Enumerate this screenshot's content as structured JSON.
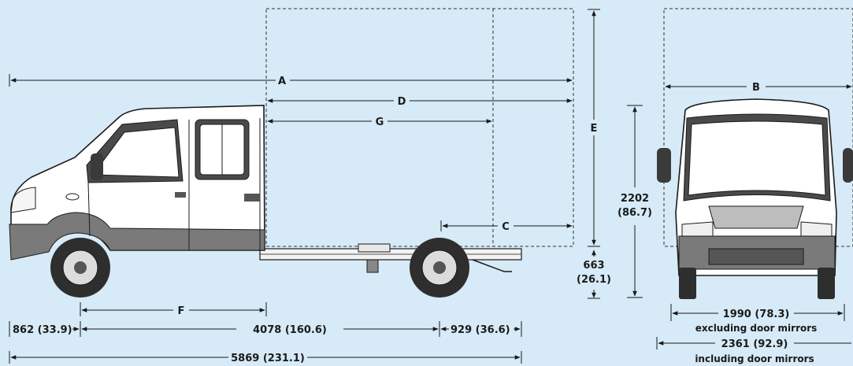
{
  "labels": {
    "A": "A",
    "B": "B",
    "C": "C",
    "D": "D",
    "E": "E",
    "F": "F",
    "G": "G"
  },
  "dimensions": {
    "front_overhang": "862 (33.9)",
    "wheelbase": "4078 (160.6)",
    "rear_overhang": "929 (36.6)",
    "overall_length": "5869 (231.1)",
    "height_line1": "2202",
    "height_line2": "(86.7)",
    "frame_height_line1": "663",
    "frame_height_line2": "(26.1)",
    "width_excl": "1990 (78.3)",
    "width_excl_note": "excluding door mirrors",
    "width_incl": "2361 (92.9)",
    "width_incl_note": "including door mirrors"
  },
  "colors": {
    "background": "#d6eaf7",
    "body": "#ffffff",
    "trim": "#7a7a7a",
    "line": "#1a1a1a"
  }
}
